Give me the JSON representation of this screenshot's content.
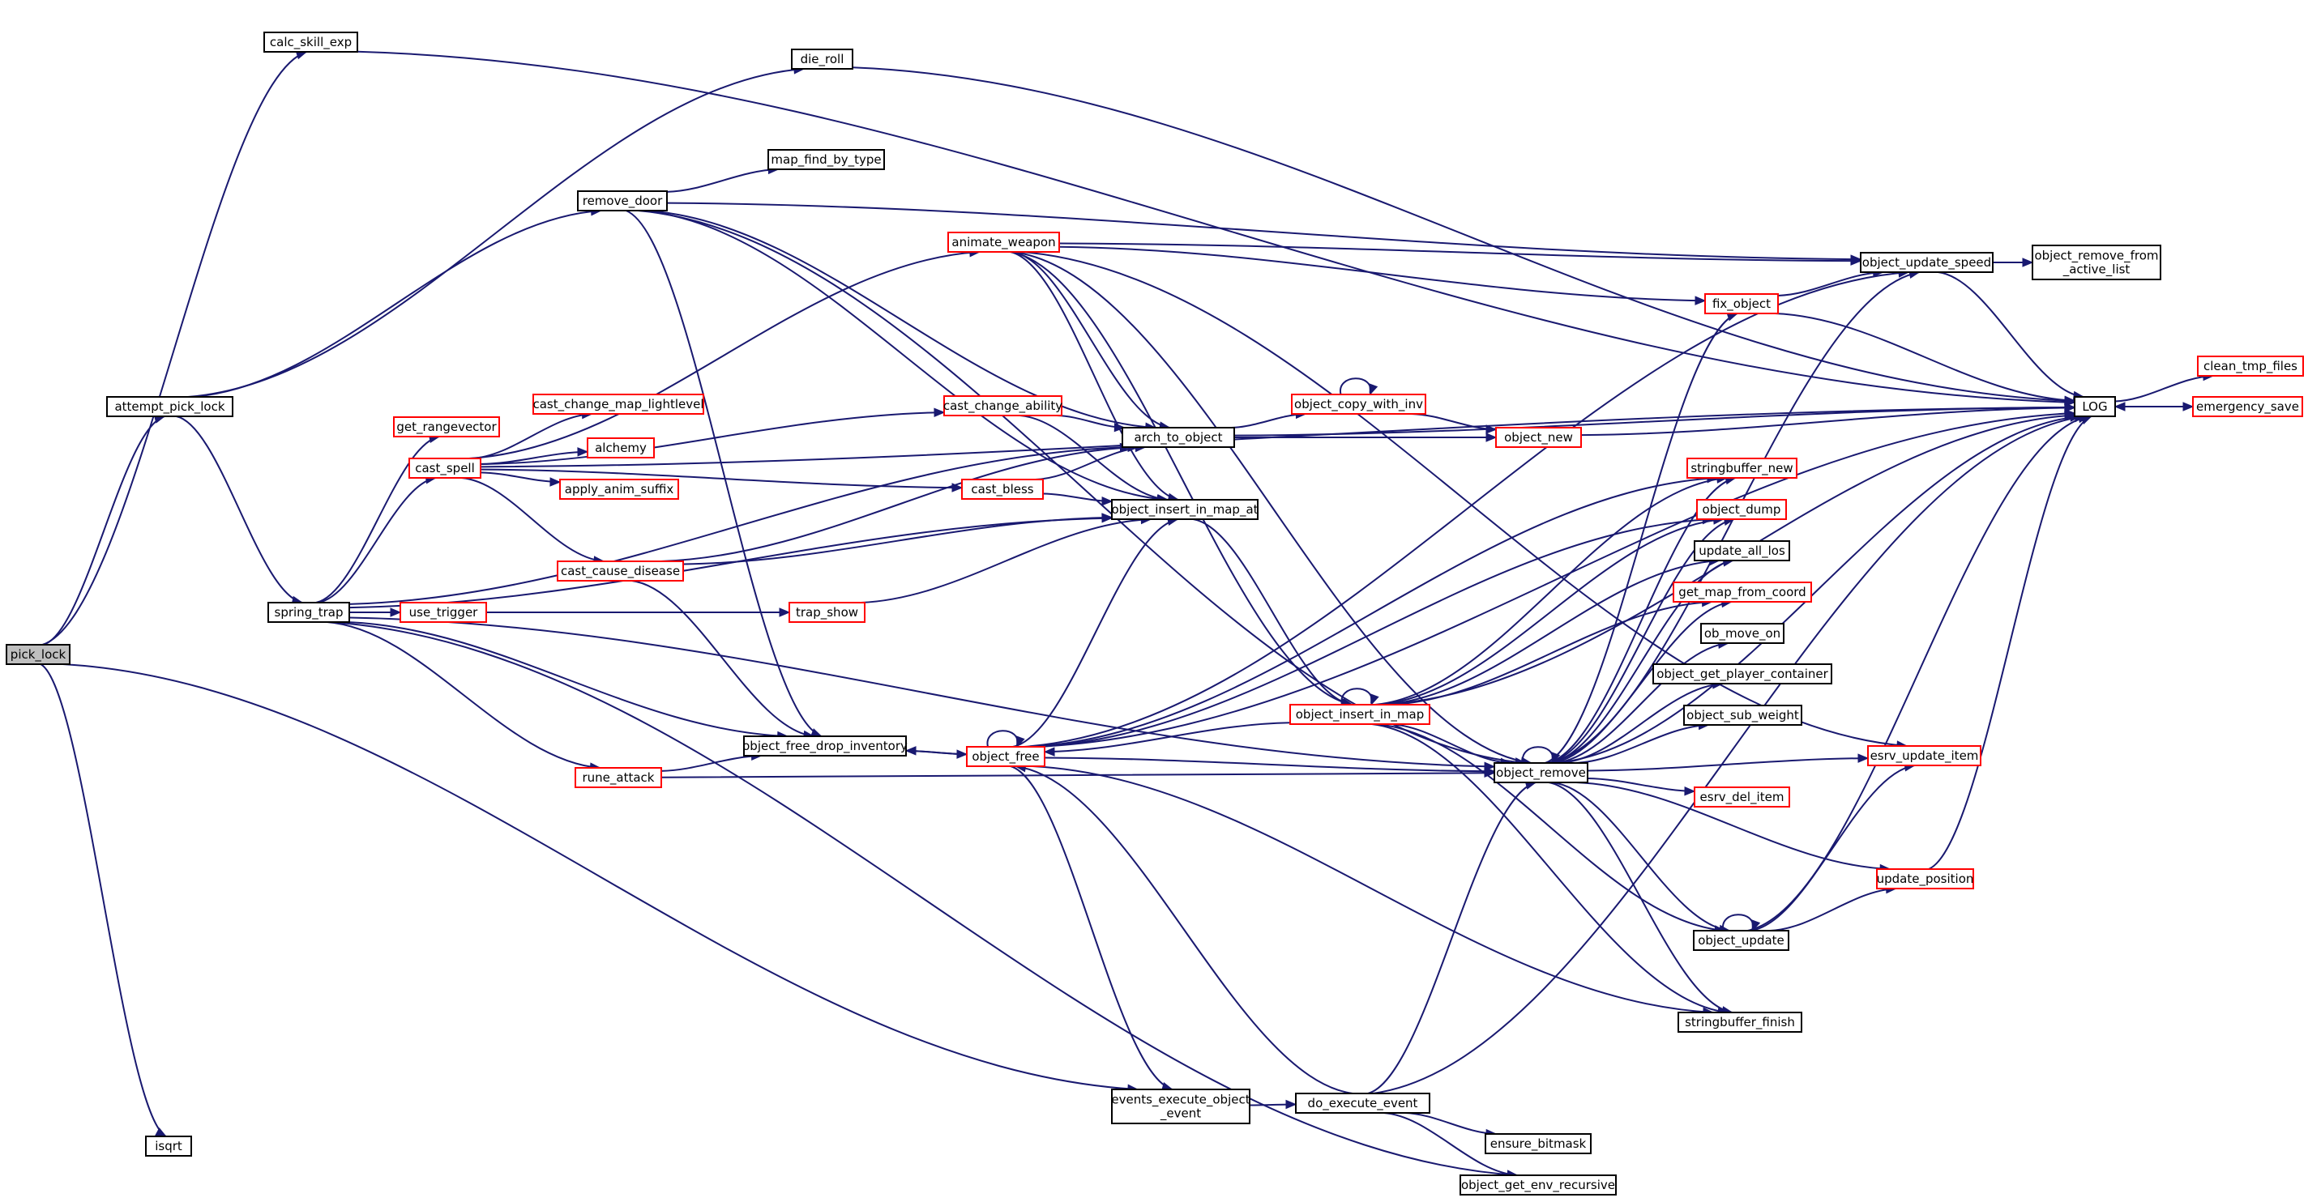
{
  "colors": {
    "edge": "#191970",
    "node_border_black": "#000000",
    "node_border_red": "#ff0000",
    "node_fill": "#ffffff",
    "root_fill": "#bfbfbf"
  },
  "nodes": [
    {
      "id": "pick_lock",
      "lines": [
        "pick_lock"
      ],
      "style": "root"
    },
    {
      "id": "calc_skill_exp",
      "lines": [
        "calc_skill_exp"
      ],
      "style": "black"
    },
    {
      "id": "die_roll",
      "lines": [
        "die_roll"
      ],
      "style": "black"
    },
    {
      "id": "remove_door",
      "lines": [
        "remove_door"
      ],
      "style": "black"
    },
    {
      "id": "map_find_by_type",
      "lines": [
        "map_find_by_type"
      ],
      "style": "black"
    },
    {
      "id": "attempt_pick_lock",
      "lines": [
        "attempt_pick_lock"
      ],
      "style": "black"
    },
    {
      "id": "spring_trap",
      "lines": [
        "spring_trap"
      ],
      "style": "black"
    },
    {
      "id": "isqrt",
      "lines": [
        "isqrt"
      ],
      "style": "black"
    },
    {
      "id": "animate_weapon",
      "lines": [
        "animate_weapon"
      ],
      "style": "red"
    },
    {
      "id": "get_rangevector",
      "lines": [
        "get_rangevector"
      ],
      "style": "red"
    },
    {
      "id": "cast_change_map_lightlevel",
      "lines": [
        "cast_change_map_lightlevel"
      ],
      "style": "red"
    },
    {
      "id": "cast_spell",
      "lines": [
        "cast_spell"
      ],
      "style": "red"
    },
    {
      "id": "alchemy",
      "lines": [
        "alchemy"
      ],
      "style": "red"
    },
    {
      "id": "apply_anim_suffix",
      "lines": [
        "apply_anim_suffix"
      ],
      "style": "red"
    },
    {
      "id": "cast_change_ability",
      "lines": [
        "cast_change_ability"
      ],
      "style": "red"
    },
    {
      "id": "cast_bless",
      "lines": [
        "cast_bless"
      ],
      "style": "red"
    },
    {
      "id": "cast_cause_disease",
      "lines": [
        "cast_cause_disease"
      ],
      "style": "red"
    },
    {
      "id": "use_trigger",
      "lines": [
        "use_trigger"
      ],
      "style": "red"
    },
    {
      "id": "trap_show",
      "lines": [
        "trap_show"
      ],
      "style": "red"
    },
    {
      "id": "rune_attack",
      "lines": [
        "rune_attack"
      ],
      "style": "red"
    },
    {
      "id": "arch_to_object",
      "lines": [
        "arch_to_object"
      ],
      "style": "black"
    },
    {
      "id": "object_insert_in_map_at",
      "lines": [
        "object_insert_in_map_at"
      ],
      "style": "black"
    },
    {
      "id": "object_free_drop_inventory",
      "lines": [
        "object_free_drop_inventory"
      ],
      "style": "black"
    },
    {
      "id": "object_free",
      "lines": [
        "object_free"
      ],
      "style": "red"
    },
    {
      "id": "events_execute_object_event",
      "lines": [
        "events_execute_object",
        "_event"
      ],
      "style": "black"
    },
    {
      "id": "do_execute_event",
      "lines": [
        "do_execute_event"
      ],
      "style": "black"
    },
    {
      "id": "ensure_bitmask",
      "lines": [
        "ensure_bitmask"
      ],
      "style": "black"
    },
    {
      "id": "object_get_env_recursive",
      "lines": [
        "object_get_env_recursive"
      ],
      "style": "black"
    },
    {
      "id": "object_copy_with_inv",
      "lines": [
        "object_copy_with_inv"
      ],
      "style": "red"
    },
    {
      "id": "object_new",
      "lines": [
        "object_new"
      ],
      "style": "red"
    },
    {
      "id": "fix_object",
      "lines": [
        "fix_object"
      ],
      "style": "red"
    },
    {
      "id": "object_update_speed",
      "lines": [
        "object_update_speed"
      ],
      "style": "black"
    },
    {
      "id": "object_remove_from_active_list",
      "lines": [
        "object_remove_from",
        "_active_list"
      ],
      "style": "black"
    },
    {
      "id": "object_insert_in_map",
      "lines": [
        "object_insert_in_map"
      ],
      "style": "red"
    },
    {
      "id": "object_remove",
      "lines": [
        "object_remove"
      ],
      "style": "black"
    },
    {
      "id": "stringbuffer_new",
      "lines": [
        "stringbuffer_new"
      ],
      "style": "red"
    },
    {
      "id": "object_dump",
      "lines": [
        "object_dump"
      ],
      "style": "red"
    },
    {
      "id": "update_all_los",
      "lines": [
        "update_all_los"
      ],
      "style": "black"
    },
    {
      "id": "get_map_from_coord",
      "lines": [
        "get_map_from_coord"
      ],
      "style": "red"
    },
    {
      "id": "ob_move_on",
      "lines": [
        "ob_move_on"
      ],
      "style": "black"
    },
    {
      "id": "object_get_player_container",
      "lines": [
        "object_get_player_container"
      ],
      "style": "black"
    },
    {
      "id": "object_sub_weight",
      "lines": [
        "object_sub_weight"
      ],
      "style": "black"
    },
    {
      "id": "esrv_update_item",
      "lines": [
        "esrv_update_item"
      ],
      "style": "red"
    },
    {
      "id": "esrv_del_item",
      "lines": [
        "esrv_del_item"
      ],
      "style": "red"
    },
    {
      "id": "update_position",
      "lines": [
        "update_position"
      ],
      "style": "red"
    },
    {
      "id": "object_update",
      "lines": [
        "object_update"
      ],
      "style": "black"
    },
    {
      "id": "stringbuffer_finish",
      "lines": [
        "stringbuffer_finish"
      ],
      "style": "black"
    },
    {
      "id": "LOG",
      "lines": [
        "LOG"
      ],
      "style": "black"
    },
    {
      "id": "clean_tmp_files",
      "lines": [
        "clean_tmp_files"
      ],
      "style": "red"
    },
    {
      "id": "emergency_save",
      "lines": [
        "emergency_save"
      ],
      "style": "red"
    }
  ],
  "edges": [
    [
      "pick_lock",
      "calc_skill_exp"
    ],
    [
      "pick_lock",
      "attempt_pick_lock"
    ],
    [
      "pick_lock",
      "events_execute_object_event"
    ],
    [
      "pick_lock",
      "isqrt"
    ],
    [
      "calc_skill_exp",
      "LOG"
    ],
    [
      "die_roll",
      "LOG"
    ],
    [
      "attempt_pick_lock",
      "die_roll"
    ],
    [
      "attempt_pick_lock",
      "remove_door"
    ],
    [
      "attempt_pick_lock",
      "spring_trap"
    ],
    [
      "remove_door",
      "map_find_by_type"
    ],
    [
      "remove_door",
      "object_update_speed"
    ],
    [
      "remove_door",
      "object_remove"
    ],
    [
      "remove_door",
      "arch_to_object"
    ],
    [
      "remove_door",
      "object_insert_in_map_at"
    ],
    [
      "remove_door",
      "object_free_drop_inventory"
    ],
    [
      "spring_trap",
      "get_rangevector"
    ],
    [
      "spring_trap",
      "cast_spell"
    ],
    [
      "spring_trap",
      "use_trigger"
    ],
    [
      "spring_trap",
      "trap_show"
    ],
    [
      "spring_trap",
      "rune_attack"
    ],
    [
      "spring_trap",
      "arch_to_object"
    ],
    [
      "spring_trap",
      "object_insert_in_map_at"
    ],
    [
      "spring_trap",
      "object_free_drop_inventory"
    ],
    [
      "spring_trap",
      "object_remove"
    ],
    [
      "spring_trap",
      "object_get_env_recursive"
    ],
    [
      "cast_spell",
      "animate_weapon"
    ],
    [
      "cast_spell",
      "cast_change_map_lightlevel"
    ],
    [
      "cast_spell",
      "alchemy"
    ],
    [
      "cast_spell",
      "apply_anim_suffix"
    ],
    [
      "cast_spell",
      "cast_change_ability"
    ],
    [
      "cast_spell",
      "cast_bless"
    ],
    [
      "cast_spell",
      "cast_cause_disease"
    ],
    [
      "cast_spell",
      "LOG"
    ],
    [
      "animate_weapon",
      "object_update_speed"
    ],
    [
      "animate_weapon",
      "fix_object"
    ],
    [
      "animate_weapon",
      "esrv_update_item"
    ],
    [
      "animate_weapon",
      "object_remove"
    ],
    [
      "animate_weapon",
      "object_insert_in_map"
    ],
    [
      "animate_weapon",
      "arch_to_object"
    ],
    [
      "animate_weapon",
      "object_insert_in_map_at"
    ],
    [
      "cast_change_ability",
      "arch_to_object"
    ],
    [
      "cast_change_ability",
      "object_insert_in_map_at"
    ],
    [
      "cast_bless",
      "arch_to_object"
    ],
    [
      "cast_bless",
      "object_insert_in_map_at"
    ],
    [
      "cast_cause_disease",
      "arch_to_object"
    ],
    [
      "cast_cause_disease",
      "object_insert_in_map_at"
    ],
    [
      "cast_cause_disease",
      "object_free_drop_inventory"
    ],
    [
      "trap_show",
      "object_insert_in_map_at"
    ],
    [
      "rune_attack",
      "object_free_drop_inventory"
    ],
    [
      "rune_attack",
      "object_remove"
    ],
    [
      "arch_to_object",
      "object_copy_with_inv"
    ],
    [
      "arch_to_object",
      "object_new"
    ],
    [
      "arch_to_object",
      "LOG"
    ],
    [
      "object_copy_with_inv",
      "object_copy_with_inv"
    ],
    [
      "object_copy_with_inv",
      "object_new"
    ],
    [
      "object_new",
      "LOG"
    ],
    [
      "object_insert_in_map_at",
      "object_insert_in_map"
    ],
    [
      "object_free_drop_inventory",
      "object_free"
    ],
    [
      "object_free",
      "object_free"
    ],
    [
      "object_free",
      "object_free_drop_inventory"
    ],
    [
      "object_free",
      "object_remove"
    ],
    [
      "object_free",
      "stringbuffer_new"
    ],
    [
      "object_free",
      "object_dump"
    ],
    [
      "object_free",
      "stringbuffer_finish"
    ],
    [
      "object_free",
      "object_update_speed"
    ],
    [
      "object_free",
      "events_execute_object_event"
    ],
    [
      "object_free",
      "object_insert_in_map_at"
    ],
    [
      "object_free",
      "LOG"
    ],
    [
      "events_execute_object_event",
      "do_execute_event"
    ],
    [
      "do_execute_event",
      "ensure_bitmask"
    ],
    [
      "do_execute_event",
      "object_get_env_recursive"
    ],
    [
      "do_execute_event",
      "object_free"
    ],
    [
      "do_execute_event",
      "object_remove"
    ],
    [
      "do_execute_event",
      "LOG"
    ],
    [
      "object_insert_in_map",
      "object_insert_in_map"
    ],
    [
      "object_insert_in_map",
      "object_free"
    ],
    [
      "object_insert_in_map",
      "object_remove"
    ],
    [
      "object_insert_in_map",
      "stringbuffer_new"
    ],
    [
      "object_insert_in_map",
      "object_dump"
    ],
    [
      "object_insert_in_map",
      "get_map_from_coord"
    ],
    [
      "object_insert_in_map",
      "update_all_los"
    ],
    [
      "object_insert_in_map",
      "object_update"
    ],
    [
      "object_insert_in_map",
      "stringbuffer_finish"
    ],
    [
      "object_insert_in_map",
      "LOG"
    ],
    [
      "object_remove",
      "object_remove"
    ],
    [
      "object_remove",
      "fix_object"
    ],
    [
      "object_remove",
      "object_update_speed"
    ],
    [
      "object_remove",
      "stringbuffer_new"
    ],
    [
      "object_remove",
      "object_dump"
    ],
    [
      "object_remove",
      "update_all_los"
    ],
    [
      "object_remove",
      "get_map_from_coord"
    ],
    [
      "object_remove",
      "ob_move_on"
    ],
    [
      "object_remove",
      "object_get_player_container"
    ],
    [
      "object_remove",
      "object_sub_weight"
    ],
    [
      "object_remove",
      "esrv_update_item"
    ],
    [
      "object_remove",
      "esrv_del_item"
    ],
    [
      "object_remove",
      "update_position"
    ],
    [
      "object_remove",
      "object_update"
    ],
    [
      "object_remove",
      "stringbuffer_finish"
    ],
    [
      "object_remove",
      "LOG"
    ],
    [
      "fix_object",
      "object_update_speed"
    ],
    [
      "fix_object",
      "LOG"
    ],
    [
      "object_update_speed",
      "object_remove_from_active_list"
    ],
    [
      "object_update_speed",
      "LOG"
    ],
    [
      "object_update",
      "object_update"
    ],
    [
      "object_update",
      "update_position"
    ],
    [
      "object_update",
      "esrv_update_item"
    ],
    [
      "object_update",
      "LOG"
    ],
    [
      "update_position",
      "LOG"
    ],
    [
      "LOG",
      "clean_tmp_files"
    ],
    [
      "LOG",
      "emergency_save"
    ],
    [
      "emergency_save",
      "LOG"
    ]
  ]
}
